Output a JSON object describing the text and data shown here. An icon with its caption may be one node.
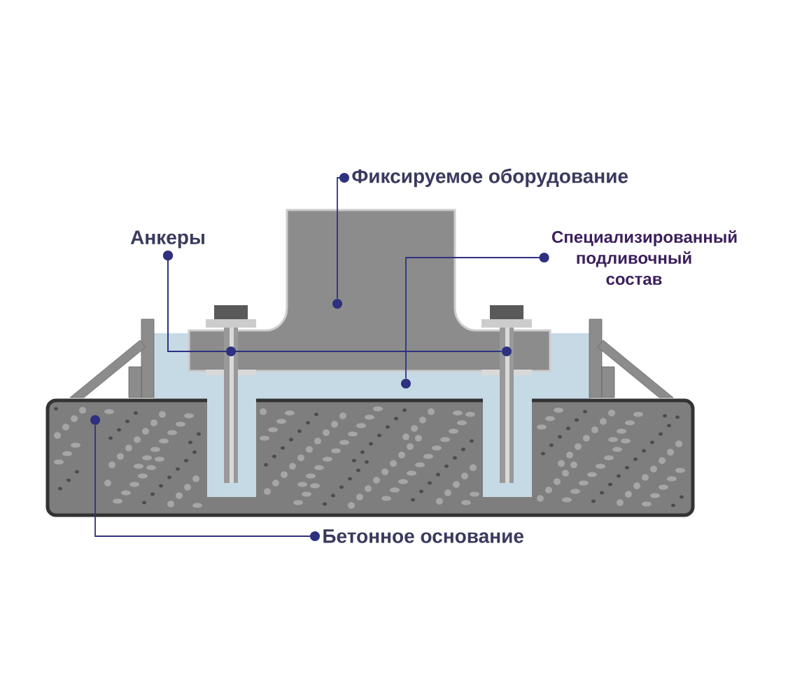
{
  "diagram": {
    "nodes": [
      {
        "text": [
          "Фиксируемое оборудование"
        ]
      },
      {
        "text": [
          "Анкеры"
        ]
      },
      {
        "text": [
          "Специализированный подливочный состав"
        ]
      },
      {
        "text": [
          "Бетонное основание"
        ]
      },
      {
        "text": [],
        "shape": "circle"
      },
      {
        "text": [],
        "shape": "circle"
      },
      {
        "text": [],
        "shape": "circle"
      },
      {
        "text": [],
        "shape": "circle"
      },
      {
        "text": [],
        "shape": "circle"
      }
    ],
    "edges": [
      {
        "from": 0,
        "to": 4,
        "arrow": "other"
      },
      {
        "from": 1,
        "to": 5,
        "arrow": "other"
      },
      {
        "from": 1,
        "to": 6,
        "arrow": "other"
      },
      {
        "from": 2,
        "to": 7,
        "arrow": "other"
      },
      {
        "from": 3,
        "to": 8,
        "arrow": "other"
      }
    ]
  }
}
